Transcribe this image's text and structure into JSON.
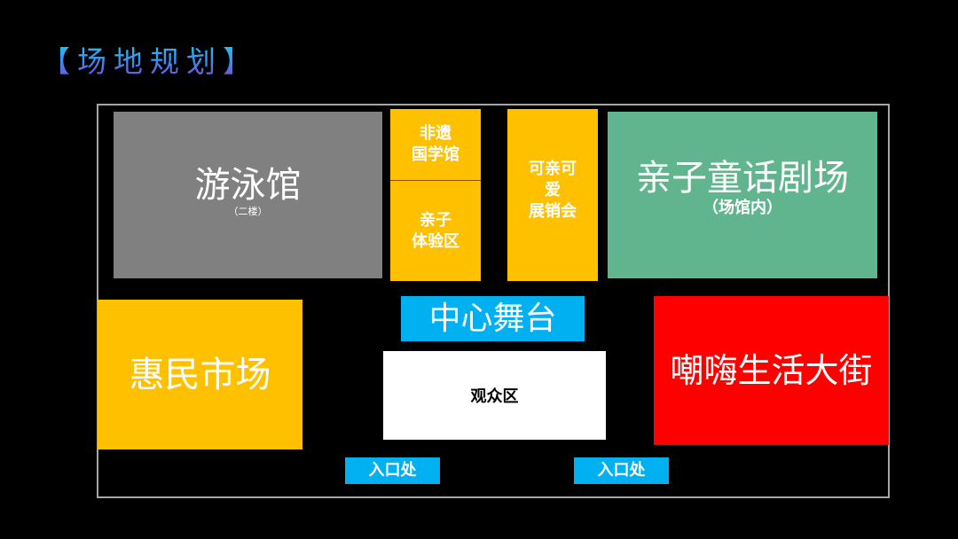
{
  "title": "【场地规划】",
  "zones": {
    "swimming": {
      "name": "游泳馆",
      "note": "（二楼）",
      "color": "#808080"
    },
    "heritage": {
      "name_line1": "非遗",
      "name_line2": "国学馆",
      "color": "#ffc000"
    },
    "parent_child_experience": {
      "name_line1": "亲子",
      "name_line2": "体验区",
      "color": "#ffc000"
    },
    "cute_fair": {
      "name_line1": "可亲可",
      "name_line2": "爱",
      "name_line3": "展销会",
      "color": "#ffc000"
    },
    "theater": {
      "name": "亲子童话剧场",
      "note": "（场馆内）",
      "color": "#61b58e"
    },
    "market": {
      "name": "惠民市场",
      "color": "#ffc000"
    },
    "stage": {
      "name": "中心舞台",
      "color": "#00b0f0"
    },
    "audience": {
      "name": "观众区",
      "color": "#ffffff"
    },
    "street": {
      "name": "嘲嗨生活大街",
      "color": "#ff0000"
    }
  },
  "entrances": [
    {
      "label": "入口处",
      "color": "#00b0f0"
    },
    {
      "label": "入口处",
      "color": "#00b0f0"
    }
  ]
}
